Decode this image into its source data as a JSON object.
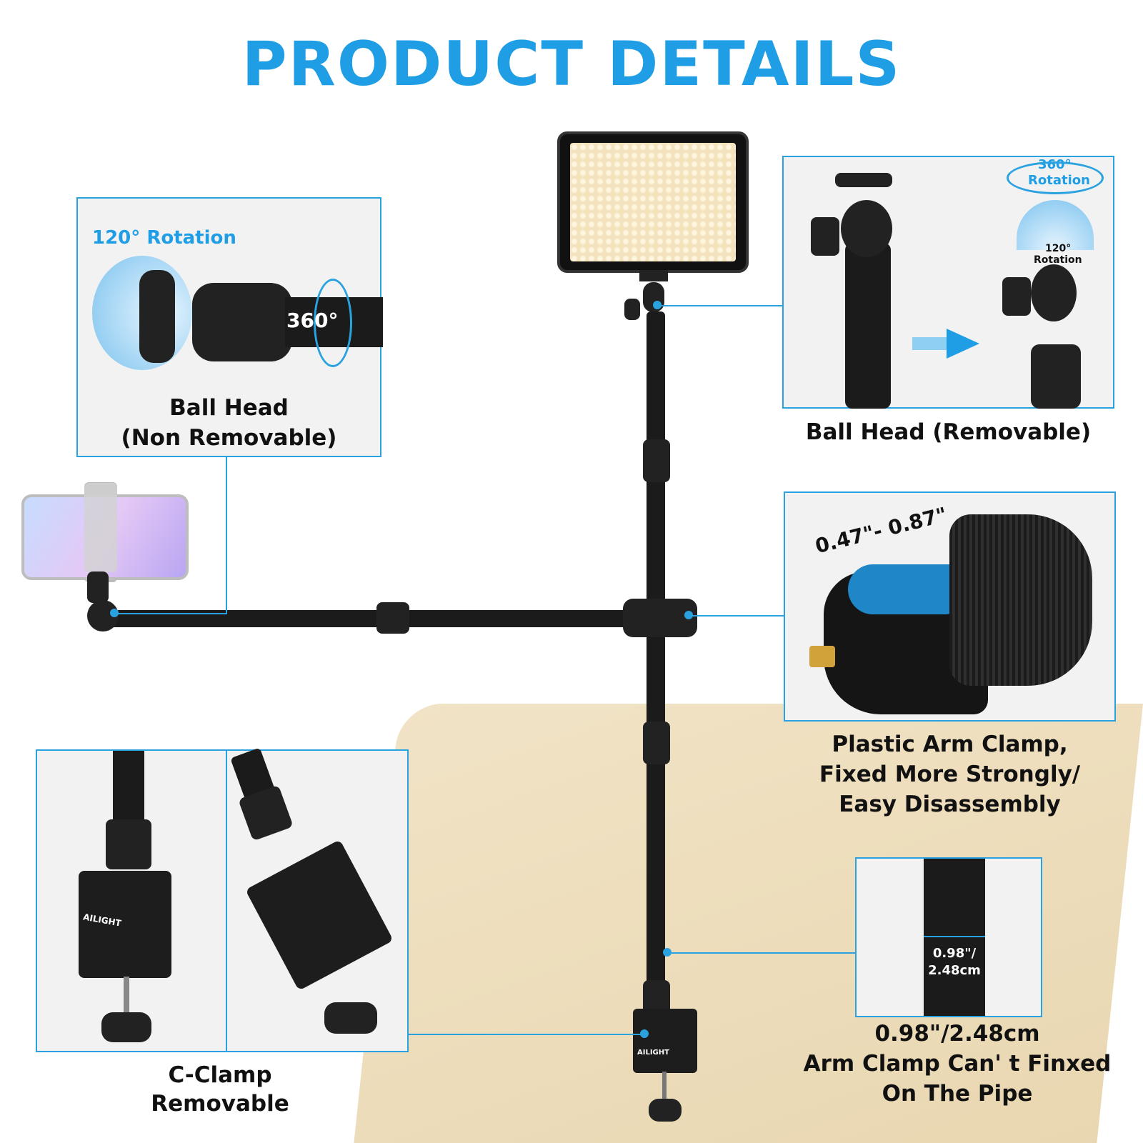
{
  "header": {
    "title": "PRODUCT DETAILS"
  },
  "panels": {
    "ball_head_fixed": {
      "rotation_label": "120° Rotation",
      "rotation_360": "360°",
      "caption_line1": "Ball Head",
      "caption_line2": "(Non Removable)"
    },
    "ball_head_removable": {
      "rotation_360_a": "360°",
      "rotation_360_b": "Rotation",
      "rotation_120_a": "120°",
      "rotation_120_b": "Rotation",
      "caption": "Ball Head (Removable)"
    },
    "arm_clamp": {
      "size_label": "0.47\"- 0.87\"",
      "caption_line1": "Plastic Arm Clamp,",
      "caption_line2": "Fixed More Strongly/",
      "caption_line3": "Easy Disassembly"
    },
    "c_clamp": {
      "brand": "AILIGHT",
      "caption_line1": "C-Clamp",
      "caption_line2": "Removable"
    },
    "pipe": {
      "diameter_a": "0.98\"/",
      "diameter_b": "2.48cm",
      "caption_line1": "0.98\"/2.48cm",
      "caption_line2": "Arm Clamp Can' t Finxed",
      "caption_line3": "On The Pipe"
    }
  },
  "main_clamp_brand": "AILIGHT",
  "colors": {
    "accent": "#1f9ee6",
    "desk": "#efe0c0",
    "metal": "#1b1b1b"
  }
}
